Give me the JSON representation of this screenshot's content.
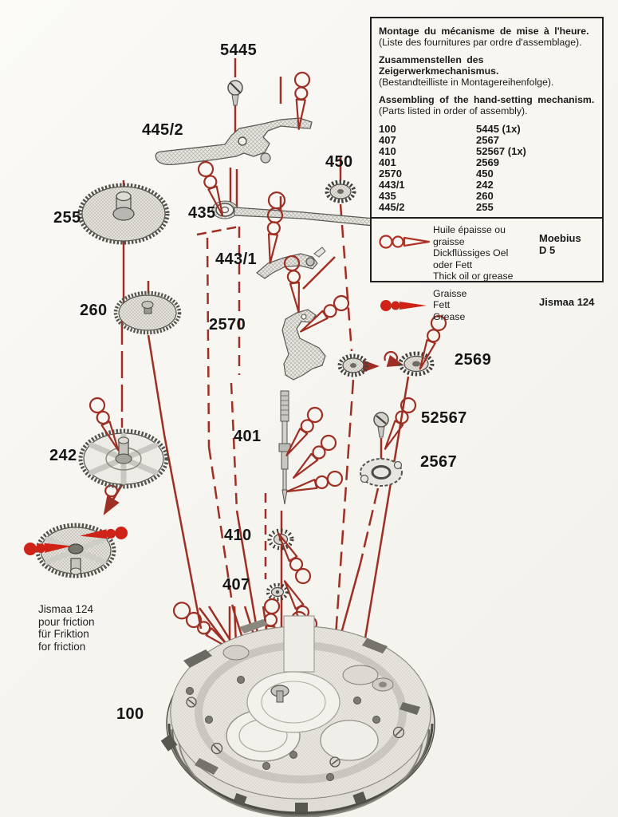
{
  "colors": {
    "line_red": "#9e2f24",
    "grease_red": "#cf2318",
    "paper": "#f7f5f0",
    "ink": "#161616"
  },
  "legend": {
    "titles": [
      {
        "main": "Montage du mécanisme de mise à l'heure.",
        "sub": "(Liste des fournitures par ordre d'assemblage)."
      },
      {
        "main": "Zusammenstellen des Zeigerwerkmechanismus.",
        "sub": "(Bestandteilliste in Montagereihenfolge)."
      },
      {
        "main": "Assembling of the hand-setting mechanism.",
        "sub": "(Parts listed in order of assembly)."
      }
    ],
    "parts": [
      [
        "100",
        "5445 (1x)"
      ],
      [
        "407",
        "2567"
      ],
      [
        "410",
        "52567 (1x)"
      ],
      [
        "401",
        "2569"
      ],
      [
        "2570",
        "450"
      ],
      [
        "443/1",
        "242"
      ],
      [
        "435",
        "260"
      ],
      [
        "445/2",
        "255"
      ]
    ],
    "lubricants": [
      {
        "symbol": "thick-oil-symbol",
        "lines": [
          "Huile épaisse ou graisse",
          "Dickflüssiges Oel",
          "oder Fett",
          "Thick oil or grease"
        ],
        "product": [
          "Moebius",
          "D 5"
        ]
      },
      {
        "symbol": "grease-symbol",
        "lines": [
          "Graisse",
          "Fett",
          "Grease"
        ],
        "product": [
          "Jismaa 124"
        ]
      }
    ]
  },
  "diagram": {
    "labels": [
      {
        "part": "5445"
      },
      {
        "part": "445/2"
      },
      {
        "part": "255"
      },
      {
        "part": "435"
      },
      {
        "part": "450"
      },
      {
        "part": "443/1"
      },
      {
        "part": "260"
      },
      {
        "part": "2570"
      },
      {
        "part": "2569"
      },
      {
        "part": "52567"
      },
      {
        "part": "2567"
      },
      {
        "part": "242"
      },
      {
        "part": "401"
      },
      {
        "part": "410"
      },
      {
        "part": "407"
      },
      {
        "part": "100"
      }
    ],
    "note": [
      "Jismaa 124",
      "pour friction",
      "für Friktion",
      "for friction"
    ]
  }
}
